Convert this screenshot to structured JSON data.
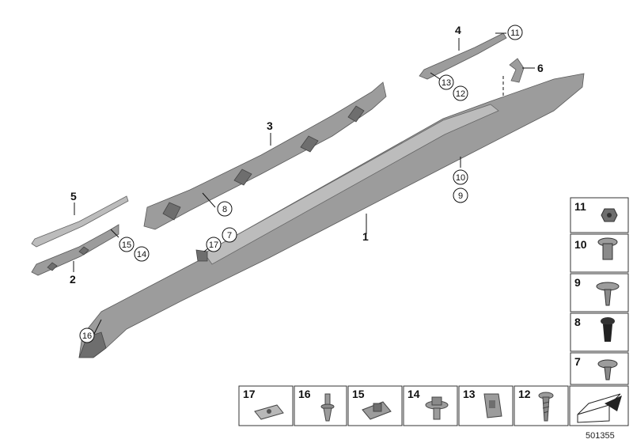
{
  "callouts": {
    "c1": "1",
    "c2": "2",
    "c3": "3",
    "c4": "4",
    "c5": "5",
    "c6": "6",
    "c7": "7",
    "c8": "8",
    "c9": "9",
    "c10": "10",
    "c11": "11",
    "c12": "12",
    "c13": "13",
    "c14": "14",
    "c15": "15",
    "c16": "16",
    "c17": "17"
  },
  "legend_right": [
    "11",
    "10",
    "9",
    "8",
    "7"
  ],
  "legend_bottom": [
    "17",
    "16",
    "15",
    "14",
    "13",
    "12"
  ],
  "reference_number": "501355",
  "colors": {
    "part": "#9c9c9c",
    "part_dark": "#6e6e6e",
    "line": "#111111",
    "background": "#ffffff"
  }
}
